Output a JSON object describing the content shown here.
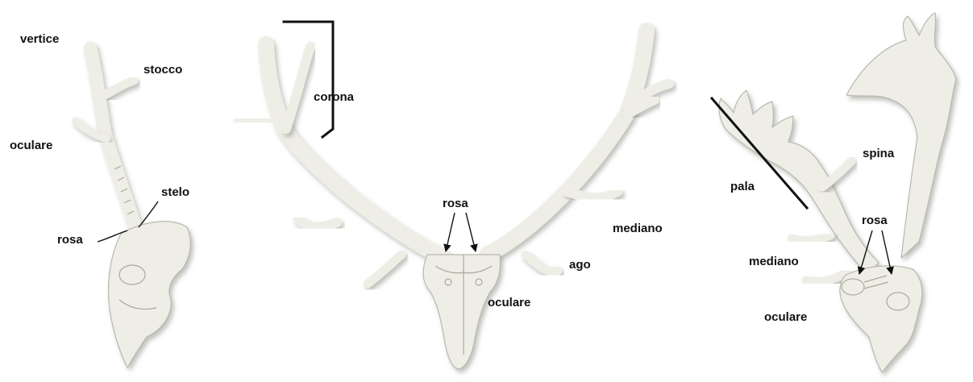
{
  "colors": {
    "bone": "#eeeee6",
    "bone_outline": "#b9b9b0",
    "shadow": "#8c8c86",
    "label": "#111111"
  },
  "left_figure": {
    "vertice": "vertice",
    "stocco": "stocco",
    "oculare": "oculare",
    "stelo": "stelo",
    "rosa": "rosa"
  },
  "center_figure": {
    "corona": "corona",
    "rosa": "rosa",
    "mediano": "mediano",
    "ago": "ago",
    "oculare": "oculare"
  },
  "right_figure": {
    "spina": "spina",
    "pala": "pala",
    "rosa": "rosa",
    "mediano": "mediano",
    "oculare": "oculare"
  }
}
